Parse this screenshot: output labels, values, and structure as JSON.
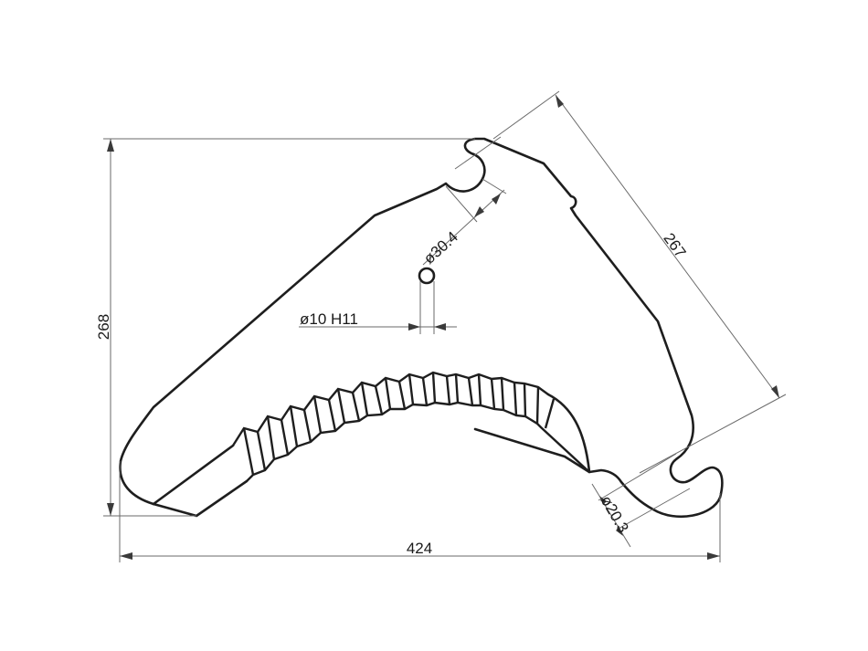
{
  "drawing": {
    "subject": "Knife blade section (technical drawing)",
    "line_color": "#1e1e1e",
    "dimension_color": "#6a6a6a",
    "background": "#ffffff"
  },
  "dimensions": {
    "height": {
      "label": "268",
      "orientation": "vertical",
      "position": "left"
    },
    "width": {
      "label": "424",
      "orientation": "horizontal",
      "position": "bottom"
    },
    "diagonal_length": {
      "label": "267",
      "orientation": "diagonal",
      "position": "upper-right"
    },
    "top_hook_diameter": {
      "label": "ø30.4",
      "orientation": "diagonal",
      "position": "top-center"
    },
    "hole_diameter": {
      "label": "ø10 H11",
      "orientation": "horizontal",
      "position": "center"
    },
    "bottom_hook_diameter": {
      "label": "ø20.3",
      "orientation": "diagonal",
      "position": "bottom-right"
    }
  }
}
